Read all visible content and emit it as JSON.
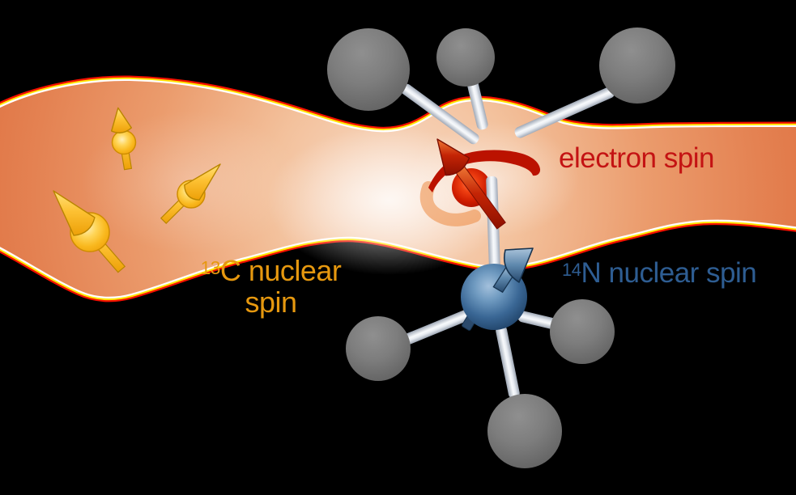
{
  "figure": {
    "background_color": "#000000",
    "labels": {
      "electron_spin": {
        "text": "electron spin",
        "color": "#c41313"
      },
      "carbon13": {
        "superscript": "13",
        "line1": "C nuclear",
        "line2": "spin",
        "color": "#e6980f"
      },
      "nitrogen14": {
        "superscript": "14",
        "line1": "N nuclear spin",
        "color": "#2e5d92"
      }
    },
    "graphics": {
      "electron_cloud": {
        "fill_center": "#f8dcc8",
        "fill_edge": "#de7040",
        "outline_colors": [
          "#f31000",
          "#ffe400",
          "#ffffff"
        ]
      },
      "c13_spins": {
        "sphere_color": "#f9b81e",
        "arrow_color": "#fdc133",
        "count": 3
      },
      "electron": {
        "sphere_color": "#cf1d00",
        "arrow_color": "#c42405",
        "precession_arc_color": "#bb1200"
      },
      "n14_spin": {
        "sphere_color": "#3a6795",
        "arrow_color": "#5d87ac"
      },
      "lattice": {
        "atom_color": "#7d7d7d",
        "bond_color": "#e8ecf2",
        "atom_count": 6,
        "bond_count": 7
      }
    }
  }
}
